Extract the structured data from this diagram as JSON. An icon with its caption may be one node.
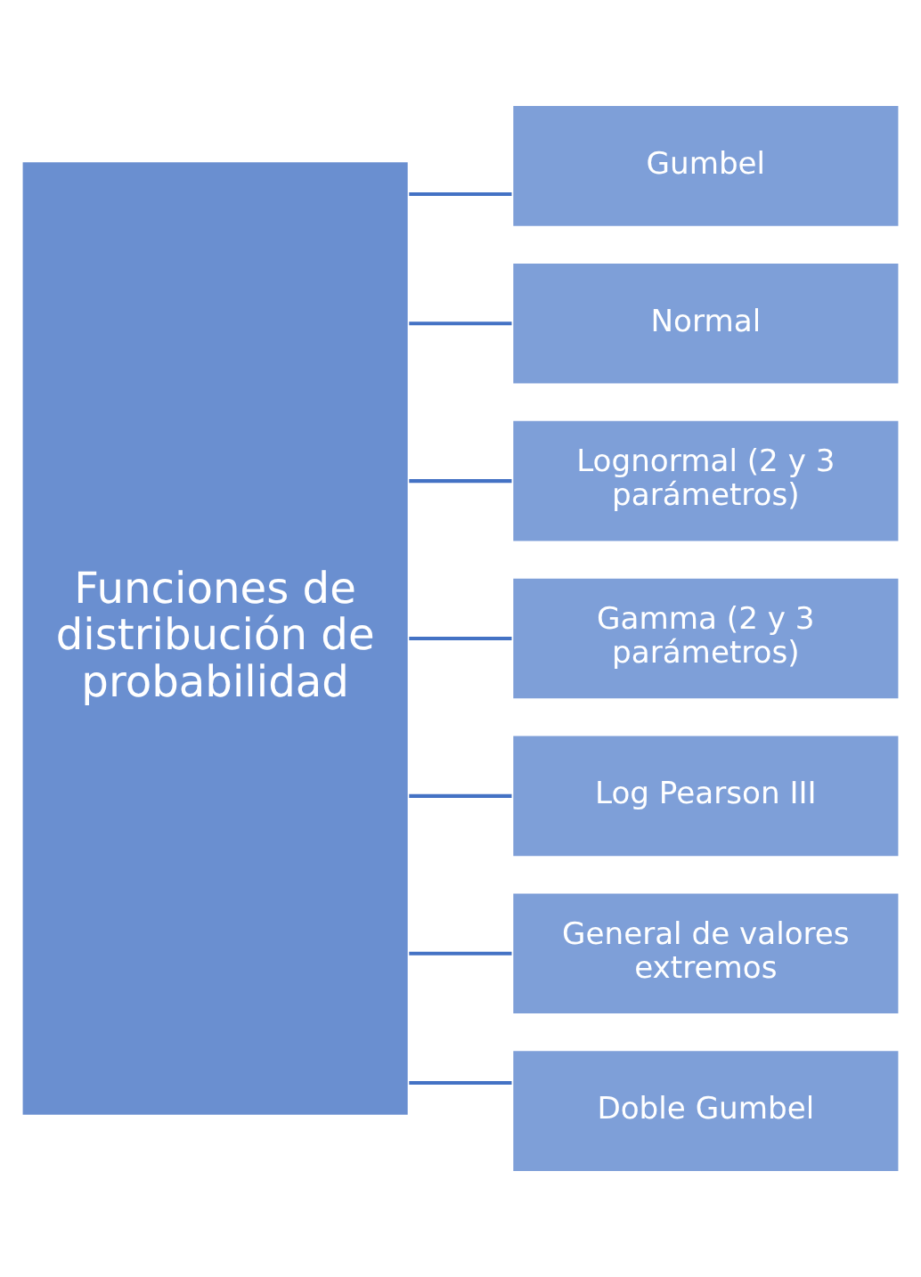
{
  "diagram": {
    "nodes": [
      {
        "text": [
          "Funciones de distribución de probabilidad"
        ]
      },
      {
        "text": [
          "Gumbel"
        ]
      },
      {
        "text": [
          "Normal"
        ]
      },
      {
        "text": [
          "Lognormal (2 y 3 parámetros)"
        ]
      },
      {
        "text": [
          "Gamma (2 y 3 parámetros)"
        ]
      },
      {
        "text": [
          "Log Pearson III"
        ]
      },
      {
        "text": [
          "General de valores extremos"
        ]
      },
      {
        "text": [
          "Doble Gumbel"
        ]
      }
    ],
    "edges": [
      {
        "from": 0,
        "to": 1,
        "arrow": "none"
      },
      {
        "from": 0,
        "to": 2,
        "arrow": "none"
      },
      {
        "from": 0,
        "to": 3,
        "arrow": "none"
      },
      {
        "from": 0,
        "to": 4,
        "arrow": "none"
      },
      {
        "from": 0,
        "to": 5,
        "arrow": "none"
      },
      {
        "from": 0,
        "to": 6,
        "arrow": "none"
      },
      {
        "from": 0,
        "to": 7,
        "arrow": "none"
      }
    ]
  }
}
